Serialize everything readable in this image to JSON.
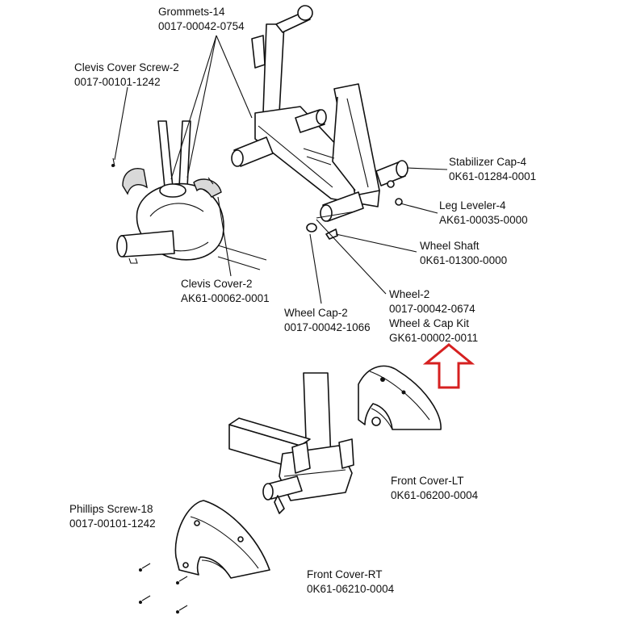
{
  "callouts": {
    "grommets": {
      "name": "Grommets-14",
      "number": "0017-00042-0754"
    },
    "clevis_cover_screw": {
      "name": "Clevis Cover Screw-2",
      "number": "0017-00101-1242"
    },
    "stabilizer_cap": {
      "name": "Stabilizer Cap-4",
      "number": "0K61-01284-0001"
    },
    "leg_leveler": {
      "name": "Leg Leveler-4",
      "number": "AK61-00035-0000"
    },
    "wheel_shaft": {
      "name": "Wheel Shaft",
      "number": "0K61-01300-0000"
    },
    "clevis_cover": {
      "name": "Clevis Cover-2",
      "number": "AK61-00062-0001"
    },
    "wheel": {
      "name": "Wheel-2",
      "number": "0017-00042-0674"
    },
    "wheel_cap_kit": {
      "name": "Wheel & Cap Kit",
      "number": "GK61-00002-0011"
    },
    "wheel_cap": {
      "name": "Wheel Cap-2",
      "number": "0017-00042-1066"
    },
    "front_cover_lt": {
      "name": "Front Cover-LT",
      "number": "0K61-06200-0004"
    },
    "phillips_screw": {
      "name": "Phillips Screw-18",
      "number": "0017-00101-1242"
    },
    "front_cover_rt": {
      "name": "Front Cover-RT",
      "number": "0K61-06210-0004"
    }
  },
  "colors": {
    "highlight_arrow": "#d62020",
    "ink": "#111111",
    "background": "#ffffff"
  },
  "icons": {
    "highlight": "up-arrow-outline-icon"
  }
}
